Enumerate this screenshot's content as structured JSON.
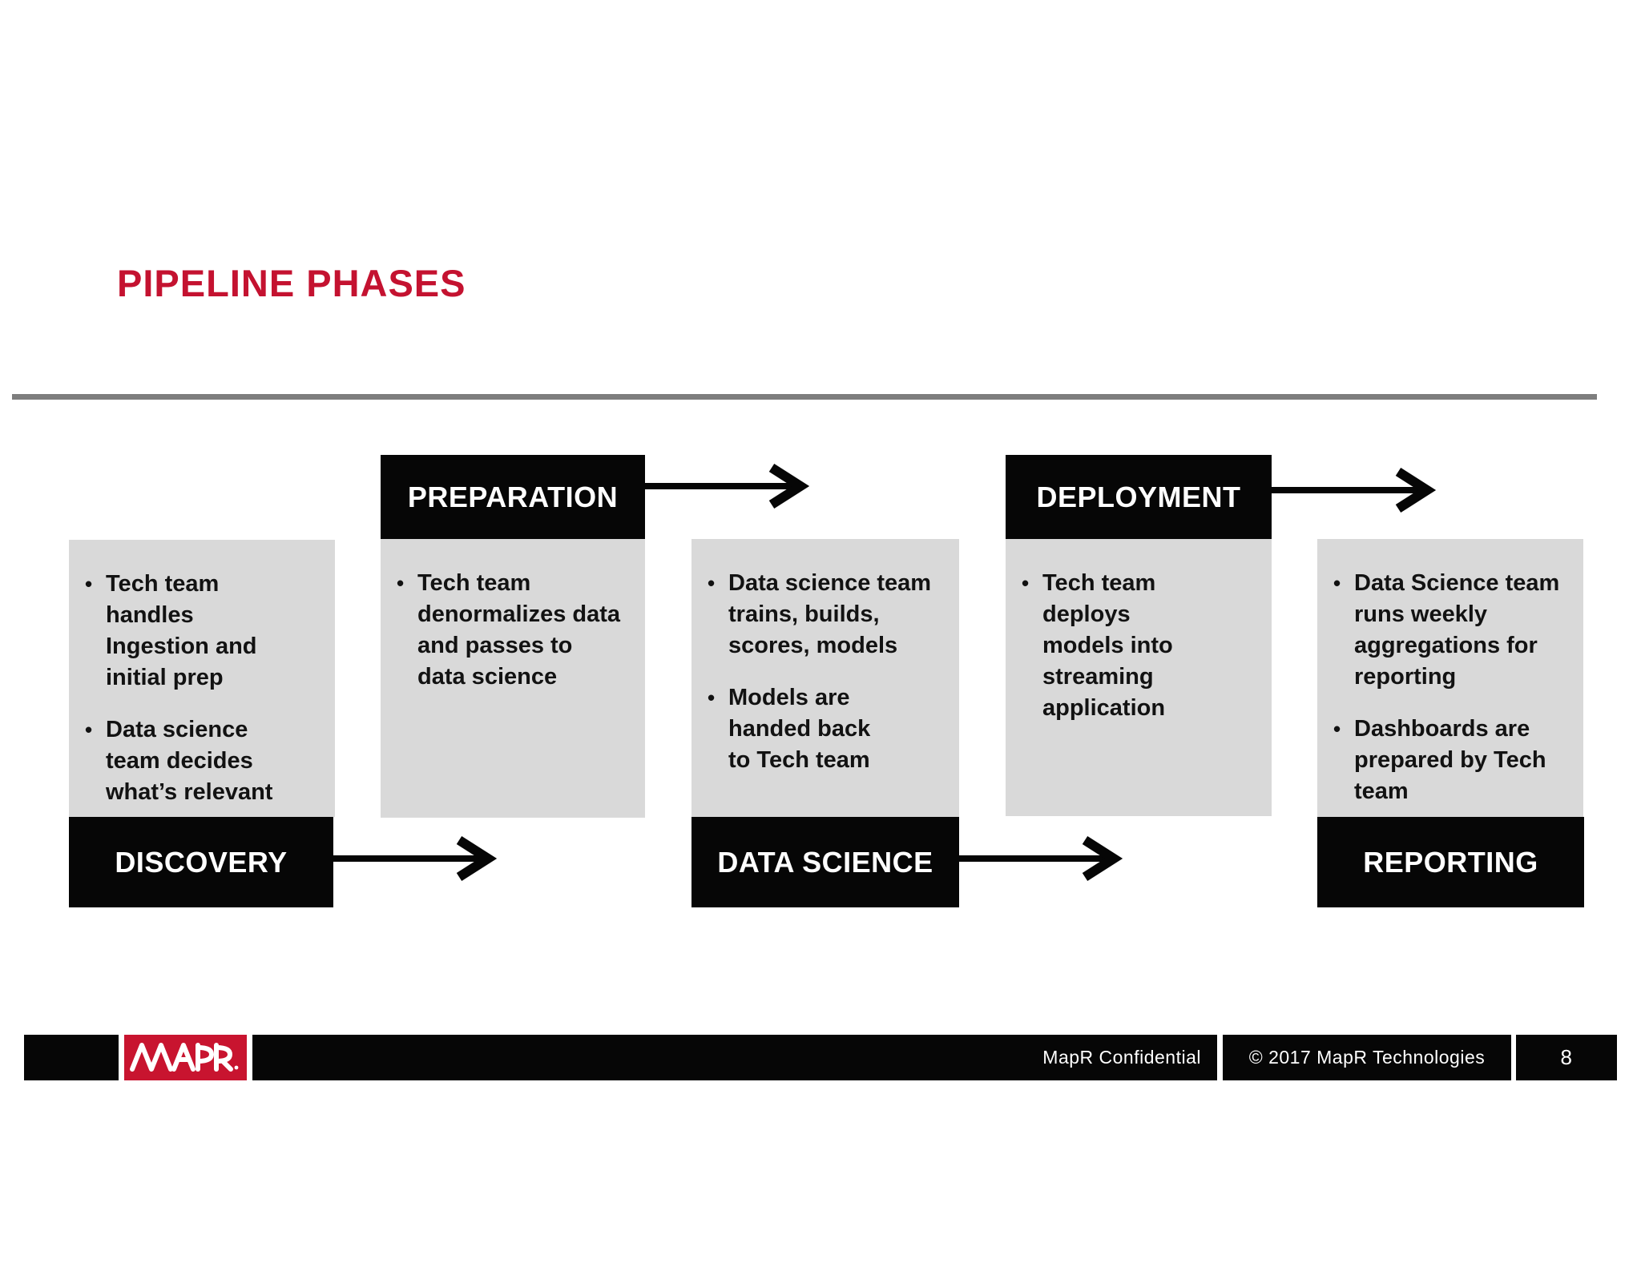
{
  "slide": {
    "title": "PIPELINE PHASES",
    "bullet_char": "•",
    "phases": [
      {
        "label": "DISCOVERY",
        "label_position": "bottom",
        "bullets": [
          "Tech team\nhandles\nIngestion and\ninitial prep",
          "Data science\nteam decides\nwhat’s relevant"
        ]
      },
      {
        "label": "PREPARATION",
        "label_position": "top",
        "bullets": [
          "Tech team\ndenormalizes data\nand passes to\ndata science"
        ]
      },
      {
        "label": "DATA SCIENCE",
        "label_position": "bottom",
        "bullets": [
          "Data science team\ntrains, builds,\nscores, models",
          "Models are\nhanded back\nto Tech team"
        ]
      },
      {
        "label": "DEPLOYMENT",
        "label_position": "top",
        "bullets": [
          "Tech team\ndeploys\nmodels into\nstreaming\napplication"
        ]
      },
      {
        "label": "REPORTING",
        "label_position": "bottom",
        "bullets": [
          "Data Science team\nruns weekly\naggregations for\nreporting",
          "Dashboards are\nprepared by Tech\nteam"
        ]
      }
    ],
    "footer": {
      "logo_text": "MAPR",
      "registered_mark": "®",
      "confidential": "MapR Confidential",
      "copyright": "© 2017 MapR Technologies",
      "page_number": "8"
    }
  },
  "colors": {
    "accent_red": "#C41230",
    "logo_red": "#C8142F",
    "box_gray": "#D9D9D9",
    "box_black": "#060606",
    "divider_gray": "#7E7E7E"
  }
}
